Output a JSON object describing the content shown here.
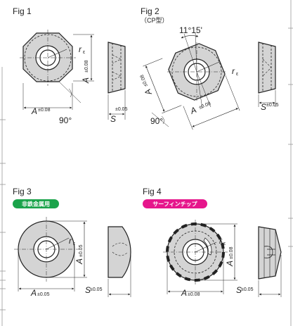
{
  "figures": [
    {
      "label": "Fig 1",
      "dims": {
        "a_sym": "A",
        "a_tol": "±0.08",
        "a_side_sym": "A",
        "a_side_tol": "±0.08",
        "r_sym": "r",
        "r_sub": "ε",
        "s_sym": "S",
        "s_tol": "±0.05",
        "angle": "90°"
      }
    },
    {
      "label": "Fig 2",
      "sub_label": "（CP型）",
      "dims": {
        "a_sym": "A",
        "a_tol": "±0.08",
        "a_side_sym": "A",
        "a_side_tol": "±0.08",
        "r_sym": "r",
        "r_sub": "ε",
        "s_sym": "S",
        "s_tol": "±0.05",
        "angle": "90°",
        "tip_angle": "11°15'"
      }
    },
    {
      "label": "Fig 3",
      "badge": "非鉄金属用",
      "badge_color": "#1aa34a",
      "dims": {
        "a_sym": "A",
        "a_tol": "±0.05",
        "a_side_sym": "A",
        "a_side_tol": "±0.05",
        "r_sym": "r",
        "r_sub": "ε",
        "s_sym": "S",
        "s_tol": "±0.05"
      }
    },
    {
      "label": "Fig 4",
      "badge": "サーフィンチップ",
      "badge_color": "#e6168c",
      "dims": {
        "a_sym": "A",
        "a_tol": "±0.08",
        "a_side_sym": "A",
        "a_side_tol": "±0.08",
        "r_sym": "r",
        "r_sub": "ε",
        "s_sym": "S",
        "s_tol": "±0.05"
      }
    }
  ],
  "colors": {
    "insert_fill": "#d4d4d4",
    "hole_fill": "#ffffff",
    "line": "#222222"
  }
}
